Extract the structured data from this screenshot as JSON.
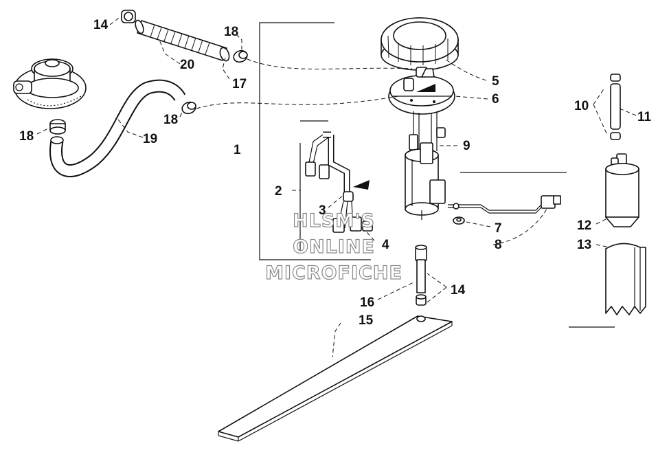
{
  "callouts": {
    "c1": "1",
    "c2": "2",
    "c3": "3",
    "c4": "4",
    "c5": "5",
    "c6": "6",
    "c7": "7",
    "c8": "8",
    "c9": "9",
    "c10": "10",
    "c11": "11",
    "c12": "12",
    "c13": "13",
    "c14a": "14",
    "c14b": "14",
    "c15": "15",
    "c16": "16",
    "c17": "17",
    "c18a": "18",
    "c18b": "18",
    "c18c": "18",
    "c19": "19",
    "c20": "20"
  },
  "watermark": {
    "line1": "HLSM'S",
    "line2": "ONLINE",
    "line3": "MICROFICHE"
  }
}
